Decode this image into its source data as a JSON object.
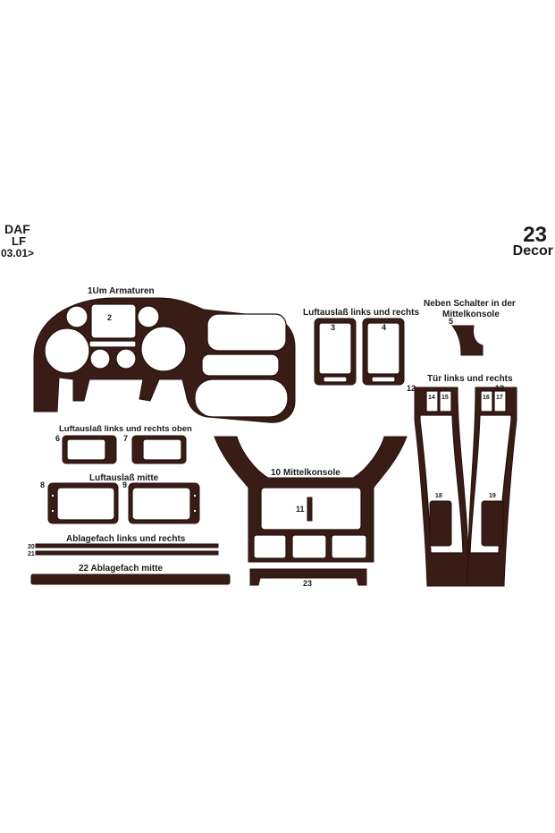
{
  "header": {
    "brand": "DAF",
    "model": "LF",
    "production_date": "03.01>",
    "kit_number": "23",
    "kit_type": "Decor"
  },
  "labels": {
    "instrument_surround": "1Um Armaturen",
    "vents_left_right": "Luftauslaß links und rechts",
    "beside_switch_line1": "Neben Schalter in der",
    "beside_switch_line2": "Mittelkonsole",
    "doors": "Tür links und rechts",
    "vents_top": "Luftauslaß links und rechts oben",
    "center_console": "10 Mittelkonsole",
    "vents_middle": "Luftauslaß mitte",
    "storage_left_right": "Ablagefach links und rechts",
    "storage_middle": "22 Ablagefach mitte"
  },
  "part_numbers": {
    "p2": "2",
    "p3": "3",
    "p4": "4",
    "p5": "5",
    "p6": "6",
    "p7": "7",
    "p8": "8",
    "p9": "9",
    "p11": "11",
    "p12": "12",
    "p13": "13",
    "p14": "14",
    "p15": "15",
    "p16": "16",
    "p17": "17",
    "p18": "18",
    "p19": "19",
    "p20": "20",
    "p21": "21",
    "p23": "23"
  },
  "colors": {
    "wood": "#3a1c16",
    "background": "#ffffff",
    "text": "#1b1b1b"
  }
}
